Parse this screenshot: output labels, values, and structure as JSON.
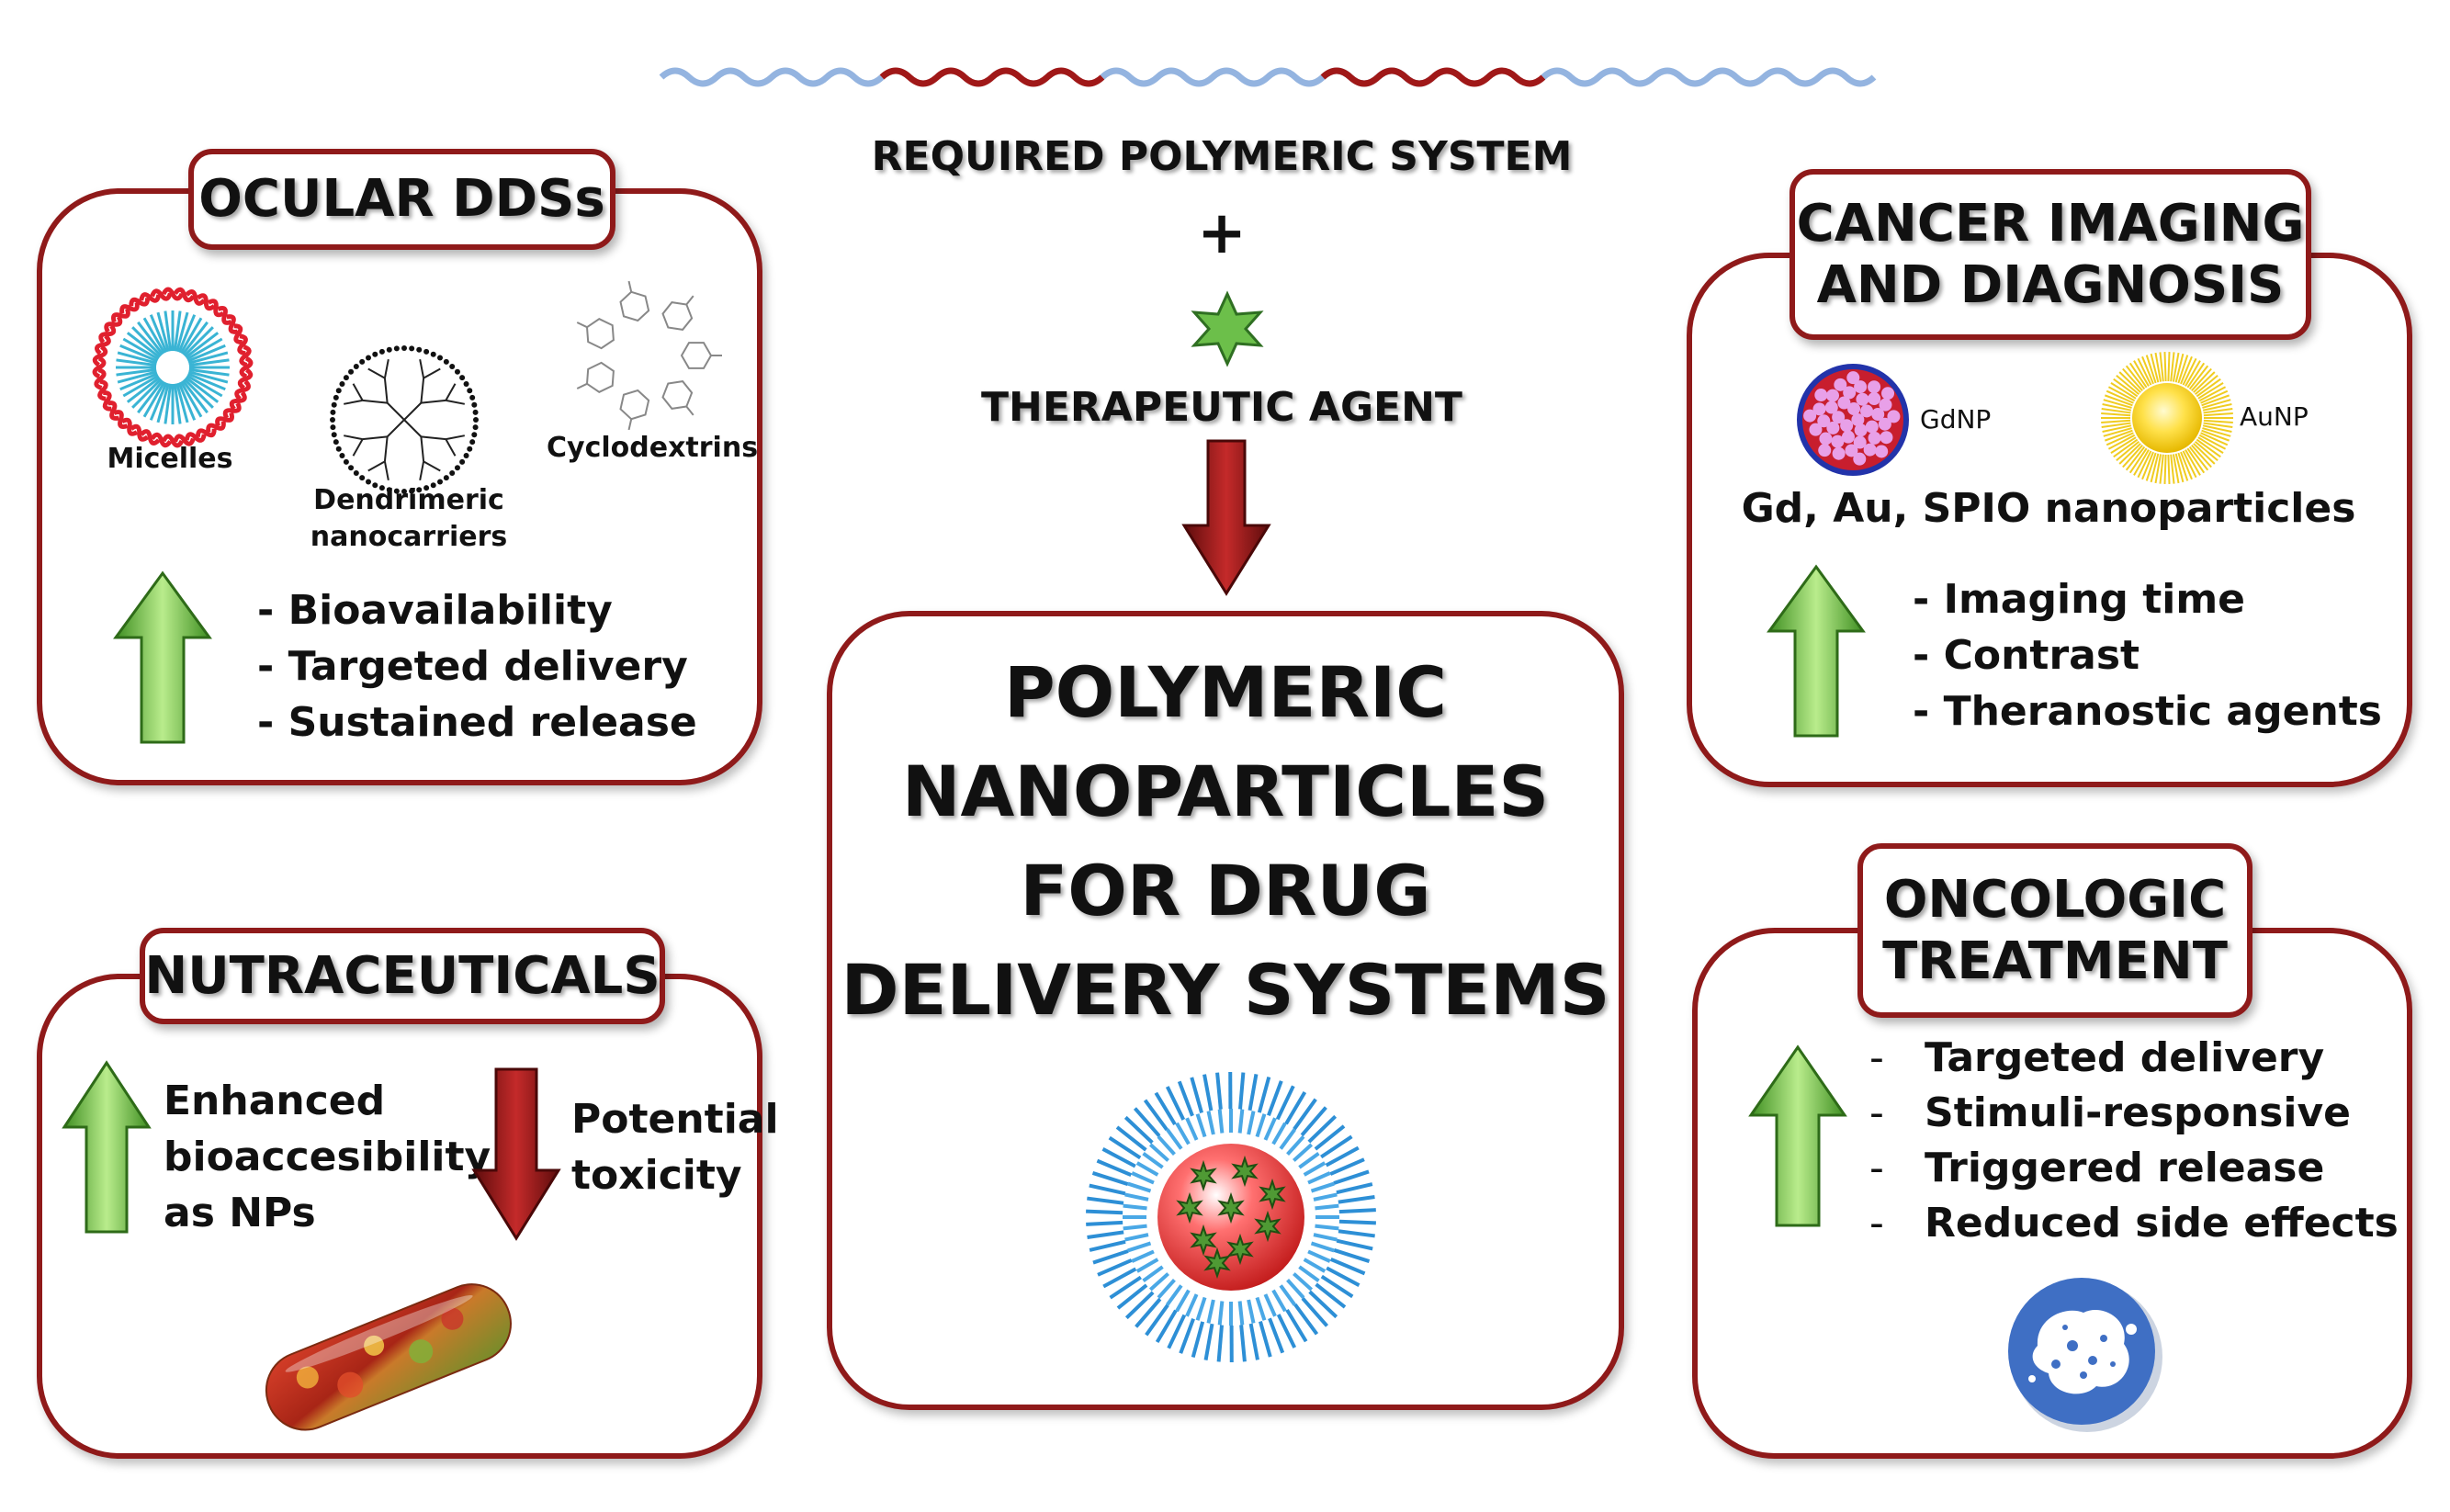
{
  "center": {
    "required_text": "REQUIRED POLYMERIC SYSTEM",
    "plus": "+",
    "agent_text": "THERAPEUTIC AGENT",
    "main_title_lines": [
      "POLYMERIC",
      "NANOPARTICLES",
      "FOR DRUG",
      "DELIVERY SYSTEMS"
    ]
  },
  "ocular": {
    "title": "OCULAR DDSs",
    "captions": {
      "micelles": "Micelles",
      "dendrimer_1": "Dendrimeric",
      "dendrimer_2": "nanocarriers",
      "cyclodextrins": "Cyclodextrins"
    },
    "items": [
      "- Bioavailability",
      "- Targeted delivery",
      "- Sustained release"
    ]
  },
  "cancer_imaging": {
    "title_line1": "CANCER IMAGING",
    "title_line2": "AND DIAGNOSIS",
    "gd_label": "GdNP",
    "au_label": "AuNP",
    "subtitle": "Gd, Au, SPIO nanoparticles",
    "items": [
      "- Imaging time",
      "- Contrast",
      "- Theranostic agents"
    ]
  },
  "nutraceuticals": {
    "title": "NUTRACEUTICALS",
    "enhanced_lines": [
      "Enhanced",
      "bioaccesibility",
      "as NPs"
    ],
    "toxicity_lines": [
      "Potential",
      "toxicity"
    ]
  },
  "oncologic": {
    "title_line1": "ONCOLOGIC",
    "title_line2": "TREATMENT",
    "items": [
      "Targeted delivery",
      "Stimuli-responsive",
      "Triggered release",
      "Reduced side effects"
    ],
    "dash": "-"
  },
  "colors": {
    "border": "#8f1a1a",
    "green_arrow": "#5cb83a",
    "red_arrow": "#8b1414",
    "wave_blue": "#94b4e0",
    "wave_red": "#a01818"
  }
}
